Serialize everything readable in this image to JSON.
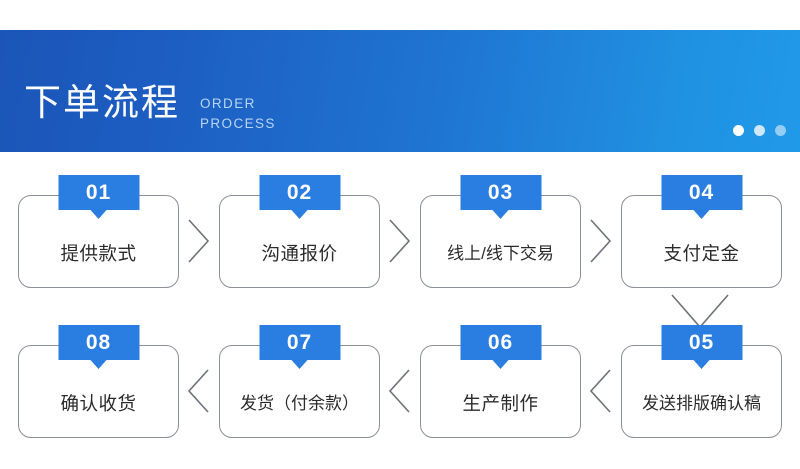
{
  "header": {
    "title_cn": "下单流程",
    "title_en_line1": "ORDER",
    "title_en_line2": "PROCESS",
    "accent_color": "#2a7de1",
    "gradient_from": "#1b55b8",
    "gradient_to": "#2199e9",
    "dots": [
      "dot-1",
      "dot-2",
      "dot-3"
    ]
  },
  "flow": {
    "row1_direction": "left-to-right",
    "row2_direction": "right-to-left",
    "separator_row1": "chevron-right-icon",
    "separator_row2": "chevron-left-icon",
    "row_connector": "chevron-down-icon",
    "row1": [
      {
        "number": "01",
        "label": "提供款式"
      },
      {
        "number": "02",
        "label": "沟通报价"
      },
      {
        "number": "03",
        "label": "线上/线下交易"
      },
      {
        "number": "04",
        "label": "支付定金"
      }
    ],
    "row2": [
      {
        "number": "08",
        "label": "确认收货"
      },
      {
        "number": "07",
        "label": "发货（付余款）"
      },
      {
        "number": "06",
        "label": "生产制作"
      },
      {
        "number": "05",
        "label": "发送排版确认稿"
      }
    ]
  }
}
